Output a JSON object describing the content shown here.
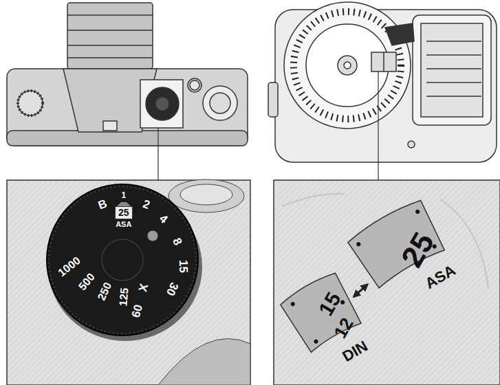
{
  "diagram": {
    "nodes": [
      {
        "text": [
          "25",
          "ASA"
        ]
      },
      {
        "text": [
          "25",
          "ASA"
        ]
      },
      {
        "text": [
          "15",
          "12",
          "DIN"
        ]
      }
    ],
    "edges": [
      {
        "from": 2,
        "to": 1,
        "arrow": "both"
      }
    ],
    "labels": [
      "B",
      "1",
      "2",
      "4",
      "8",
      "15",
      "30",
      "60",
      "X",
      "125",
      "250",
      "500",
      "1000"
    ]
  }
}
